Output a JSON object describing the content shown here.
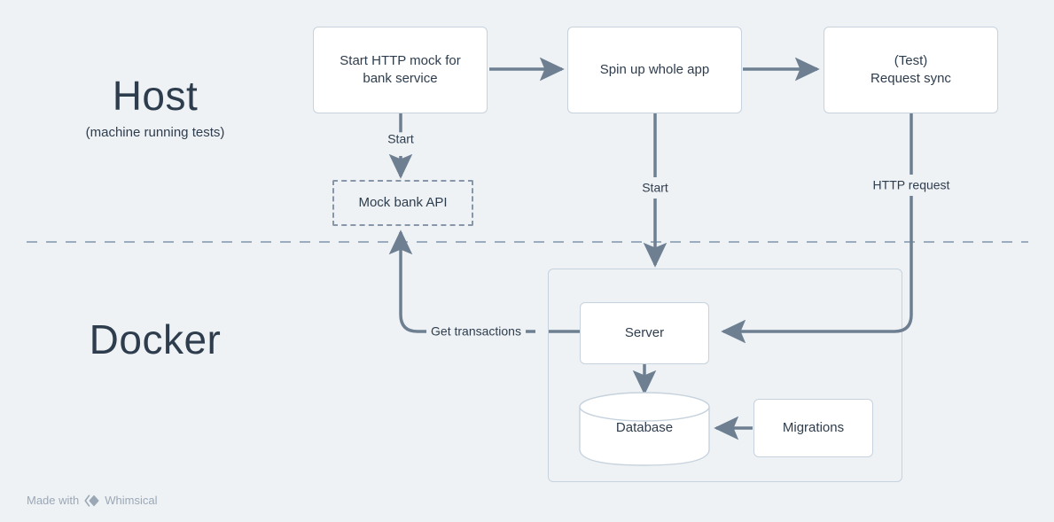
{
  "canvas": {
    "background": "#eff2f5",
    "node_fill": "#ffffff",
    "node_stroke": "#c6d2dd",
    "edge_color": "#6d7f91",
    "text_color": "#2e3d4d",
    "divider_color": "#9aacbd",
    "watermark_color": "#9aa8b6"
  },
  "zones": [
    {
      "id": "host",
      "title": "Host",
      "subtitle": "(machine running tests)"
    },
    {
      "id": "docker",
      "title": "Docker",
      "subtitle": ""
    }
  ],
  "nodes": [
    {
      "id": "start-http-mock",
      "label": "Start HTTP mock for\nbank service",
      "line1": "Start HTTP mock for",
      "line2": "bank service"
    },
    {
      "id": "spin-up-app",
      "label": "Spin up whole app"
    },
    {
      "id": "request-sync",
      "line1": "(Test)",
      "line2": "Request sync"
    },
    {
      "id": "mock-bank-api",
      "label": "Mock bank API"
    },
    {
      "id": "server",
      "label": "Server"
    },
    {
      "id": "database",
      "label": "Database"
    },
    {
      "id": "migrations",
      "label": "Migrations"
    }
  ],
  "edges": [
    {
      "id": "mock-to-app",
      "label": ""
    },
    {
      "id": "app-to-test",
      "label": ""
    },
    {
      "id": "mock-to-mockapi",
      "label": "Start"
    },
    {
      "id": "app-to-container",
      "label": "Start"
    },
    {
      "id": "test-to-server",
      "label": "HTTP request"
    },
    {
      "id": "server-to-mockapi",
      "label": "Get transactions"
    },
    {
      "id": "server-to-db",
      "label": ""
    },
    {
      "id": "migrations-to-db",
      "label": ""
    }
  ],
  "watermark": {
    "prefix": "Made with",
    "brand": "Whimsical",
    "logo_icon": "whimsical-diamond-icon"
  }
}
